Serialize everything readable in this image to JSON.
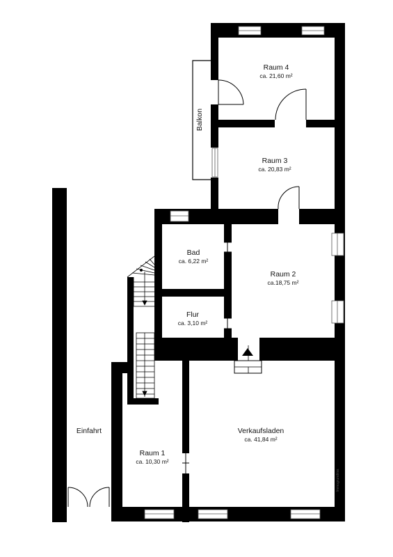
{
  "floor_plan": {
    "rooms": [
      {
        "id": "raum4",
        "name": "Raum 4",
        "area": "ca. 21,60 m²"
      },
      {
        "id": "raum3",
        "name": "Raum 3",
        "area": "ca. 20,83 m²"
      },
      {
        "id": "bad",
        "name": "Bad",
        "area": "ca. 6,22 m²"
      },
      {
        "id": "raum2",
        "name": "Raum 2",
        "area": "ca.18,75 m²"
      },
      {
        "id": "flur",
        "name": "Flur",
        "area": "ca. 3,10 m²"
      },
      {
        "id": "verkaufsladen",
        "name": "Verkaufsladen",
        "area": "ca. 41,84 m²"
      },
      {
        "id": "raum1",
        "name": "Raum 1",
        "area": "ca. 10,30 m²"
      }
    ],
    "labels": {
      "balkon": "Balkon",
      "einfahrt": "Einfahrt",
      "watermark": "Immogrundriss"
    },
    "colors": {
      "wall": "#000000",
      "background": "#ffffff",
      "window_line": "#555555"
    }
  }
}
